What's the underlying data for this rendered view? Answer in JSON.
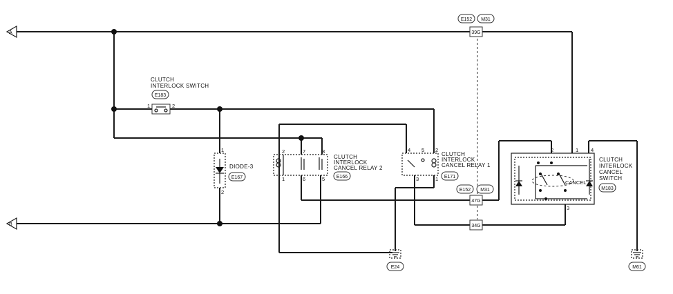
{
  "ports": {
    "a": "A",
    "b": "B"
  },
  "labels": {
    "interlock_switch": [
      "CLUTCH",
      "INTERLOCK SWITCH"
    ],
    "relay2": [
      "CLUTCH",
      "INTERLOCK",
      "CANCEL RELAY 2"
    ],
    "relay1": [
      "CLUTCH",
      "INTERLOCK",
      "CANCEL RELAY 1"
    ],
    "cancel_switch": [
      "CLUTCH",
      "INTERLOCK",
      "CANCEL",
      "SWITCH"
    ],
    "diode": "DIODE-3",
    "cancel_text": "CANCEL"
  },
  "connectors": {
    "e183": "E183",
    "e167": "E167",
    "e166": "E166",
    "e171": "E171",
    "m183": "M183",
    "e152_top": "E152",
    "m31_top": "M31",
    "e152_mid": "E152",
    "m31_mid": "M31",
    "e24": "E24",
    "m61": "M61"
  },
  "joints": {
    "top": "39G",
    "mid": "47G",
    "low": "34G"
  },
  "pins": {
    "switch_1": "1",
    "switch_2": "2",
    "diode_1": "1",
    "diode_2": "2",
    "relay2_2": "2",
    "relay2_7": "7",
    "relay2_3": "3",
    "relay2_1": "1",
    "relay2_6": "6",
    "relay2_5": "5",
    "relay1_4": "4",
    "relay1_5": "5",
    "relay1_2": "2",
    "relay1_3": "3",
    "relay1_1": "1",
    "cancel_2": "2",
    "cancel_1": "1",
    "cancel_4": "4",
    "cancel_3": "3"
  }
}
